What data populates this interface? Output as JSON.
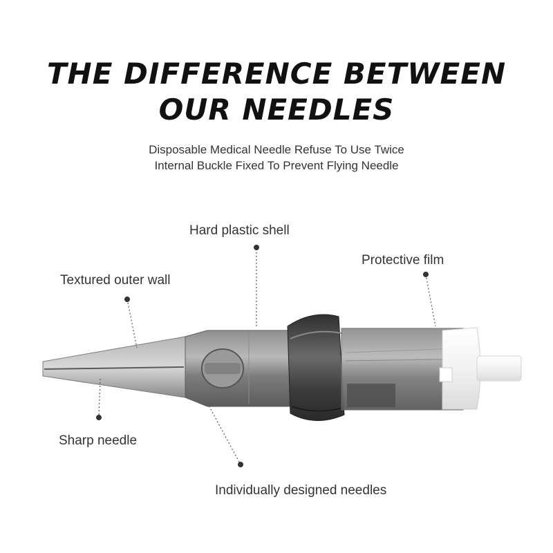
{
  "heading": {
    "line1": "THE DIFFERENCE BETWEEN",
    "line2": "OUR NEEDLES"
  },
  "subheading": {
    "line1": "Disposable Medical Needle Refuse To Use Twice",
    "line2": "Internal Buckle Fixed To Prevent Flying Needle"
  },
  "callouts": {
    "hard_plastic_shell": "Hard plastic shell",
    "protective_film": "Protective film",
    "textured_outer_wall": "Textured outer wall",
    "sharp_needle": "Sharp needle",
    "individually_designed_needles": "Individually designed needles"
  },
  "colors": {
    "cartridge_body": "#6e6e6e",
    "cartridge_dark": "#3a3a3a",
    "membrane": "#f4f4f4",
    "leader_line": "#555555"
  }
}
